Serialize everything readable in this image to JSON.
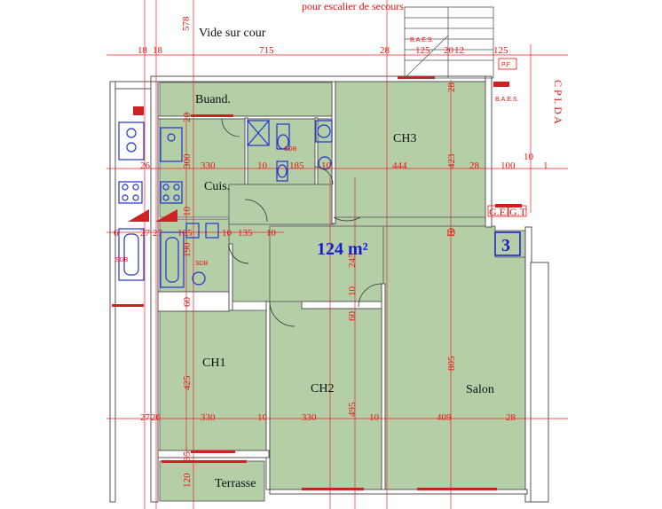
{
  "header": {
    "escape_note": "pour escalier de secours",
    "courtyard": "Vide sur cour"
  },
  "area": "124 m²",
  "apartment_number": "3",
  "rooms": {
    "buanderie": "Buand.",
    "ch3": "CH3",
    "sdb1": "SDB",
    "cuisine": "Cuis.",
    "sdb2": "SDB",
    "ch1": "CH1",
    "ch2": "CH2",
    "salon": "Salon",
    "terrasse": "Terrasse",
    "sdb_left": "SDB"
  },
  "labels": {
    "baes1": "B.A.E.S.",
    "baes2": "B.A.E.S.",
    "pf": "P.F",
    "ge": "G.E",
    "gt": "G.T",
    "cp": "C P I. D A"
  },
  "dims_top": [
    "18",
    "18",
    "715",
    "28",
    "125",
    "20",
    "12",
    "125"
  ],
  "dims_v_top": [
    "578"
  ],
  "dims_row2": [
    "26",
    "330",
    "10",
    "185",
    "10",
    "444",
    "28",
    "100",
    "10",
    "1"
  ],
  "dims_row3": [
    "6",
    "27",
    "27",
    "185",
    "10",
    "135",
    "10",
    "10"
  ],
  "dims_row4": [
    "27",
    "26",
    "330",
    "10",
    "330",
    "10",
    "409",
    "28"
  ],
  "dims_vertical": [
    "300",
    "28",
    "10",
    "423",
    "28",
    "190",
    "10",
    "60",
    "245",
    "10",
    "60",
    "425",
    "495",
    "805",
    "35",
    "120"
  ]
}
